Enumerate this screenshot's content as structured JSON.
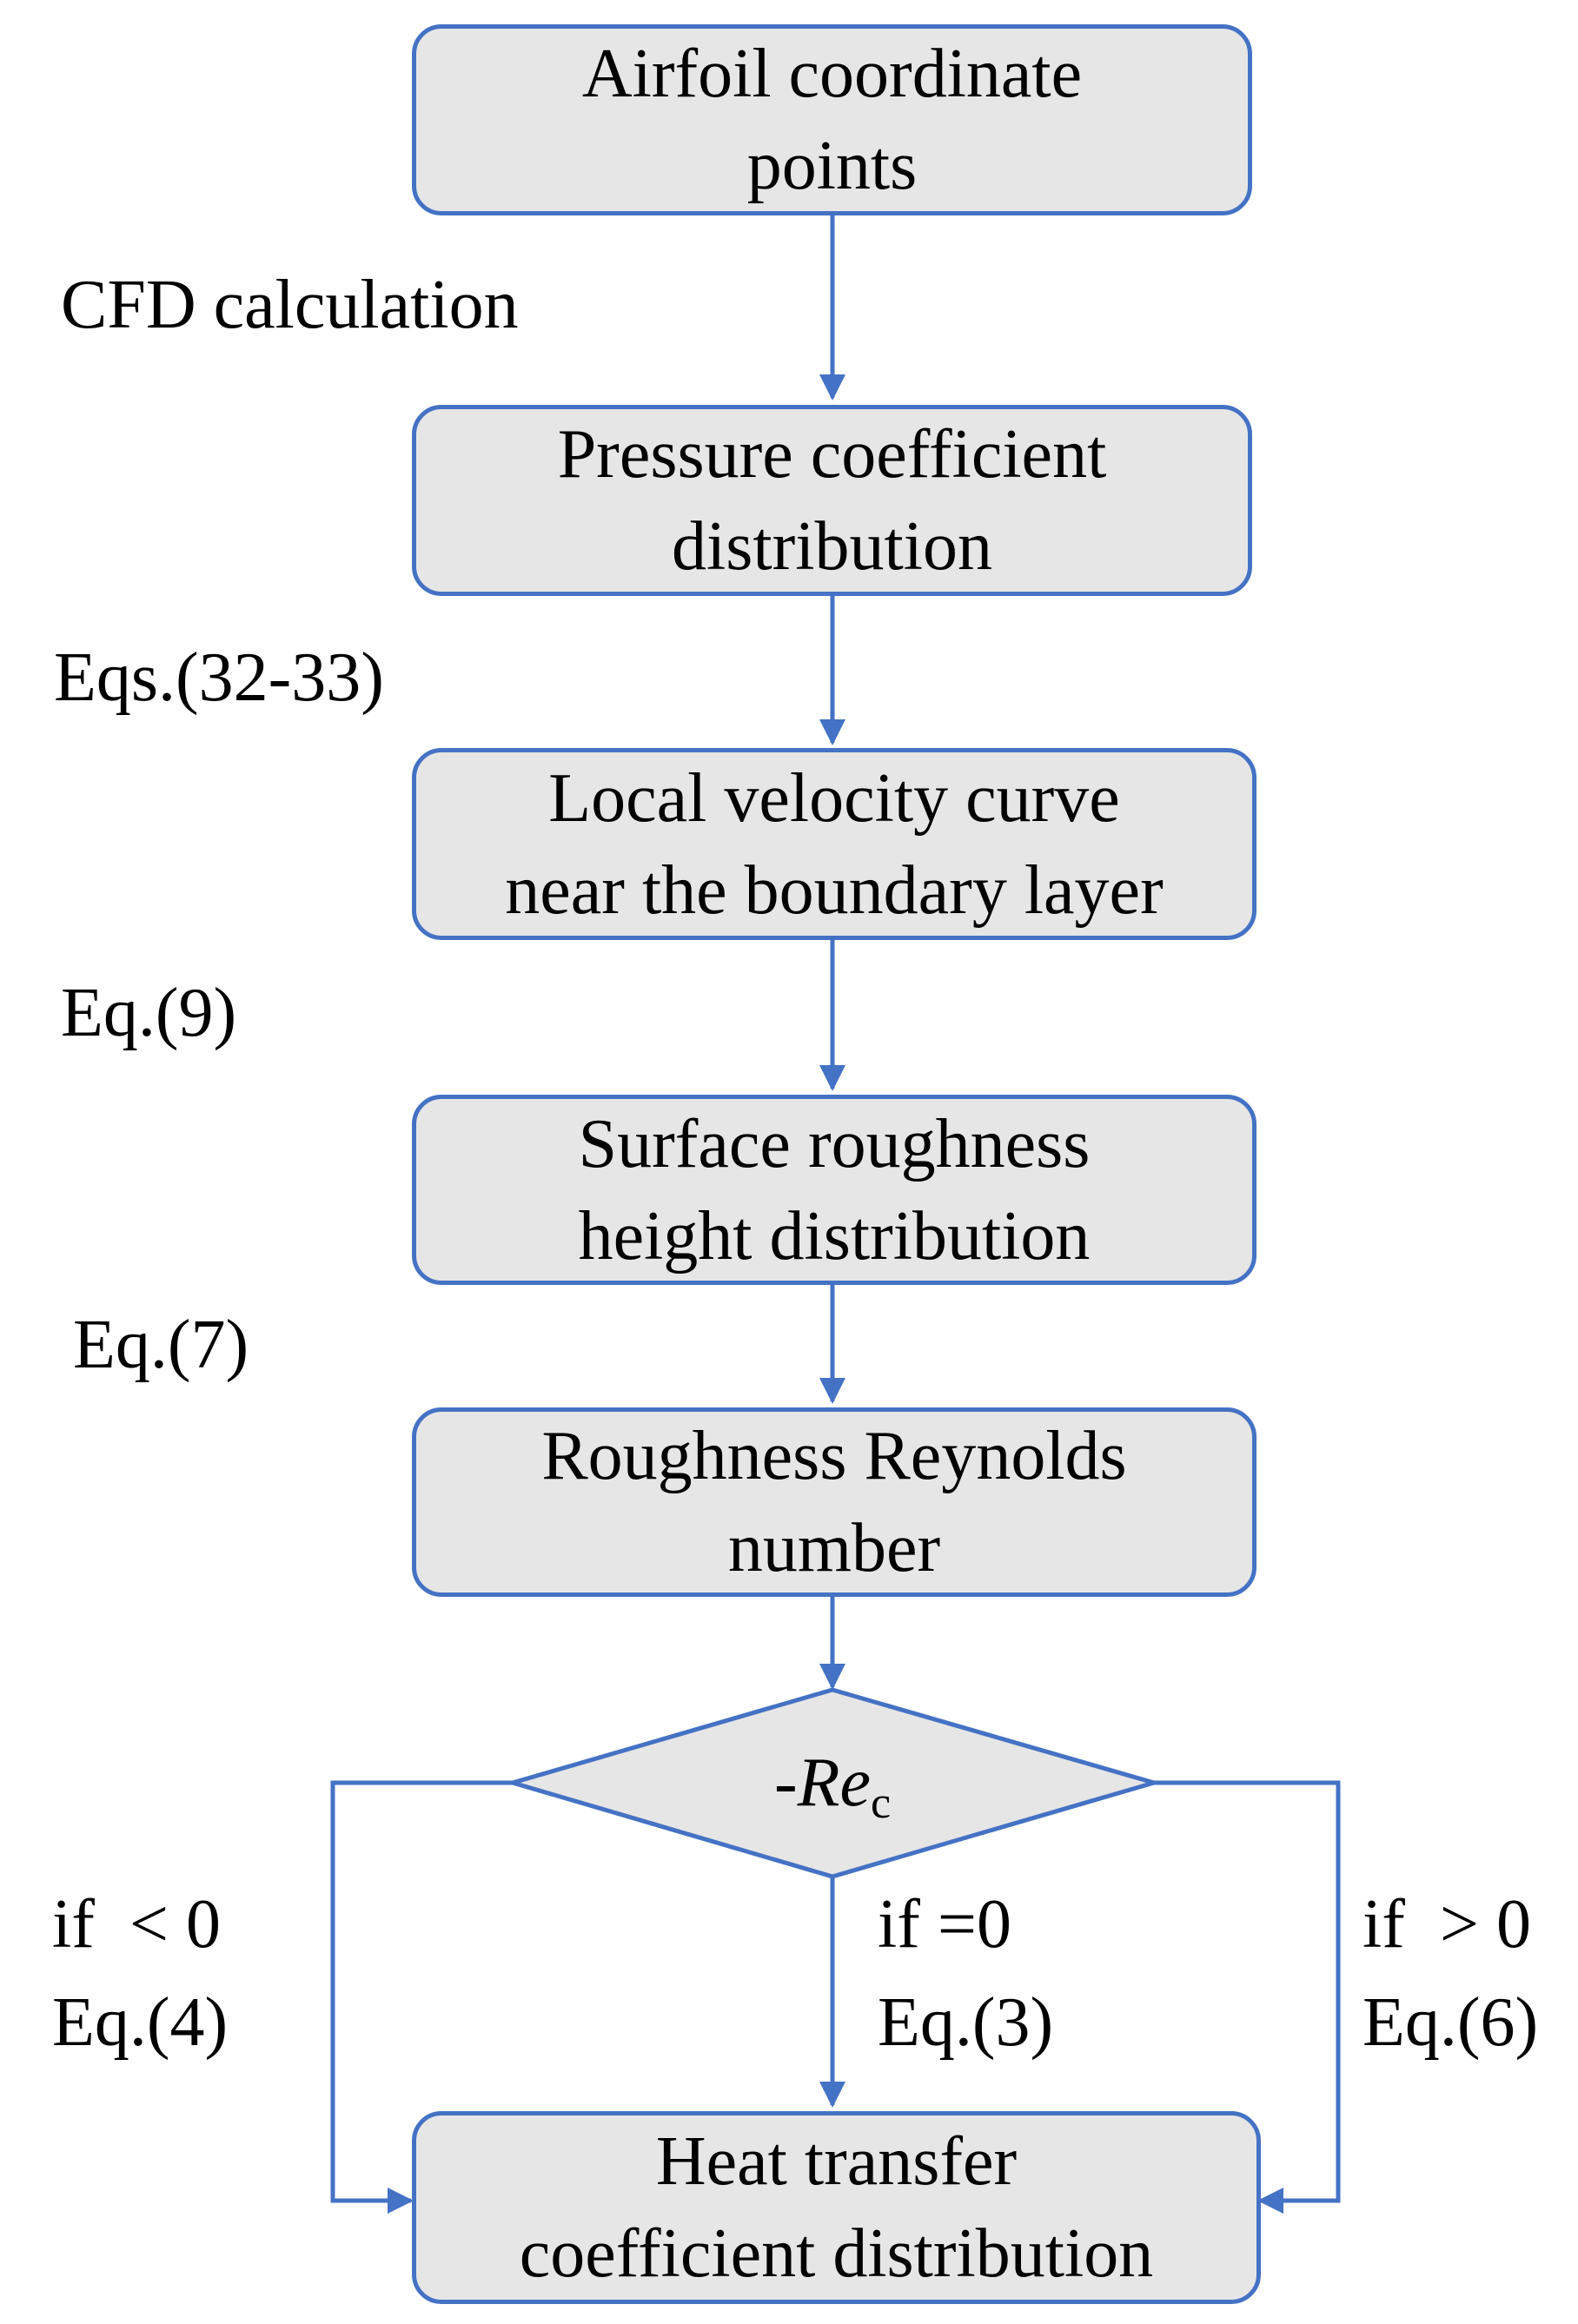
{
  "colors": {
    "box_fill": "#e7e6e6",
    "box_border": "#4472c4",
    "arrow": "#4472c4"
  },
  "nodes": {
    "airfoil": {
      "line1": "Airfoil coordinate",
      "line2": "points"
    },
    "pressure": {
      "line1": "Pressure coefficient",
      "line2": "distribution"
    },
    "velocity": {
      "line1": "Local velocity curve",
      "line2": "near the boundary layer"
    },
    "roughness": {
      "line1": "Surface roughness",
      "line2": "height distribution"
    },
    "reynolds": {
      "line1": "Roughness Reynolds",
      "line2": "number"
    },
    "decision": {
      "prefix": "-",
      "var": "Re",
      "subscript": "c"
    },
    "heat": {
      "line1": "Heat transfer",
      "line2": "coefficient distribution"
    }
  },
  "edge_labels": {
    "cfd": "CFD calculation",
    "eqs_32_33": "Eqs.(32-33)",
    "eq9": "Eq.(9)",
    "eq7": "Eq.(7)",
    "left_cond": "if  < 0",
    "left_eq": "Eq.(4)",
    "mid_cond": "if =0",
    "mid_eq": "Eq.(3)",
    "right_cond": "if  > 0",
    "right_eq": "Eq.(6)"
  }
}
